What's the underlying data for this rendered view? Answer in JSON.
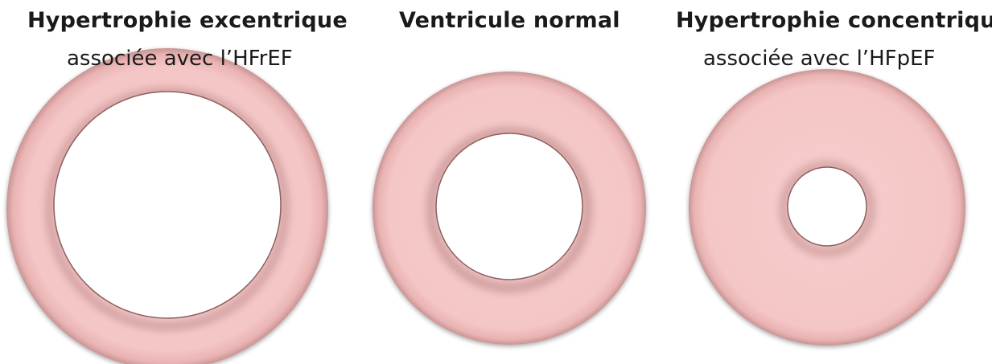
{
  "panels": [
    {
      "title": "Hypertrophie excentrique",
      "subtitle": "associée avec l’HFrEF"
    },
    {
      "title": "Ventricule normal",
      "subtitle": ""
    },
    {
      "title": "Hypertrophie concentrique",
      "subtitle": "associée avec l’HFpEF"
    }
  ],
  "colors": {
    "wall_fill": "#f5c7c7",
    "wall_shadow": "#b98484",
    "background": "#ffffff"
  }
}
